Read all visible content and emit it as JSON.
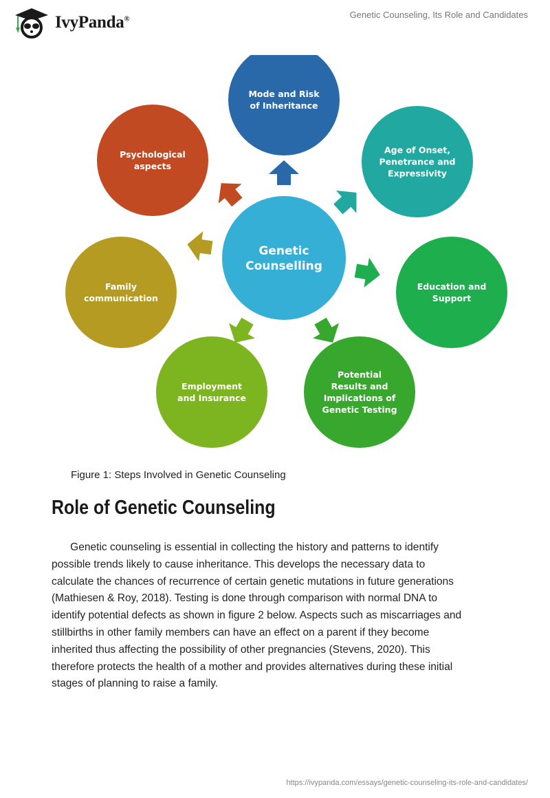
{
  "header": {
    "logo_text": "IvyPanda",
    "logo_mark": "®",
    "doc_title": "Genetic Counseling, Its Role and Candidates"
  },
  "diagram": {
    "center": {
      "lines": [
        "Genetic",
        "Counselling"
      ],
      "color": "#35afd6"
    },
    "nodes": [
      {
        "lines": [
          "Mode and Risk",
          "of Inheritance"
        ],
        "color": "#2a69a9"
      },
      {
        "lines": [
          "Age of Onset,",
          "Penetrance and",
          "Expressivity"
        ],
        "color": "#21a8a1"
      },
      {
        "lines": [
          "Education and",
          "Support"
        ],
        "color": "#1fae4e"
      },
      {
        "lines": [
          "Potential",
          "Results and",
          "Implications of",
          "Genetic Testing"
        ],
        "color": "#37a72d"
      },
      {
        "lines": [
          "Employment",
          "and Insurance"
        ],
        "color": "#7db520"
      },
      {
        "lines": [
          "Family",
          "communication"
        ],
        "color": "#b69b22"
      },
      {
        "lines": [
          "Psychological",
          "aspects"
        ],
        "color": "#c14a22"
      }
    ]
  },
  "caption": "Figure 1: Steps Involved in Genetic Counseling",
  "section": {
    "heading": "Role of Genetic Counseling",
    "paragraph_lines": [
      "Genetic counseling is essential in collecting the history and patterns to identify",
      "possible trends likely to cause inheritance. This develops the necessary data to",
      "calculate the chances of recurrence of certain genetic mutations in future generations",
      "(Mathiesen & Roy, 2018). Testing is done through comparison with normal DNA to",
      "identify potential defects as shown in figure 2 below. Aspects such as miscarriages and",
      "stillbirths in other family members can have an effect on a parent if they become",
      "inherited thus affecting the possibility of other pregnancies (Stevens, 2020). This",
      "therefore protects the health of a mother and provides alternatives during these initial",
      "stages of planning to raise a family."
    ]
  },
  "footer": {
    "url": "https://ivypanda.com/essays/genetic-counseling-its-role-and-candidates/"
  }
}
